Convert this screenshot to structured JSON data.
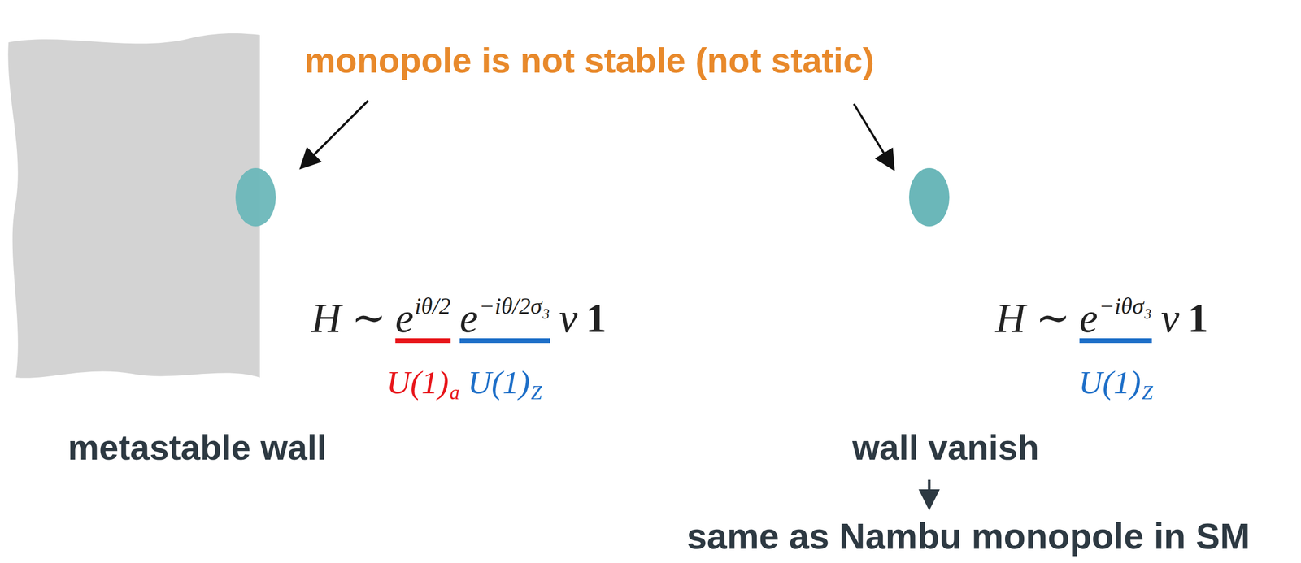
{
  "diagram": {
    "labels": [
      "monopole is not stable (not static)",
      "H ∼",
      "e",
      "iθ/2",
      "e",
      "−iθ/2σ₃",
      "v",
      "1",
      "U(1)",
      "a",
      "U(1)",
      "Z",
      "metastable wall",
      "H ∼",
      "e",
      "−iθσ₃",
      "v",
      "1",
      "U(1)",
      "Z",
      "wall vanish",
      "same as Nambu monopole in SM"
    ]
  }
}
